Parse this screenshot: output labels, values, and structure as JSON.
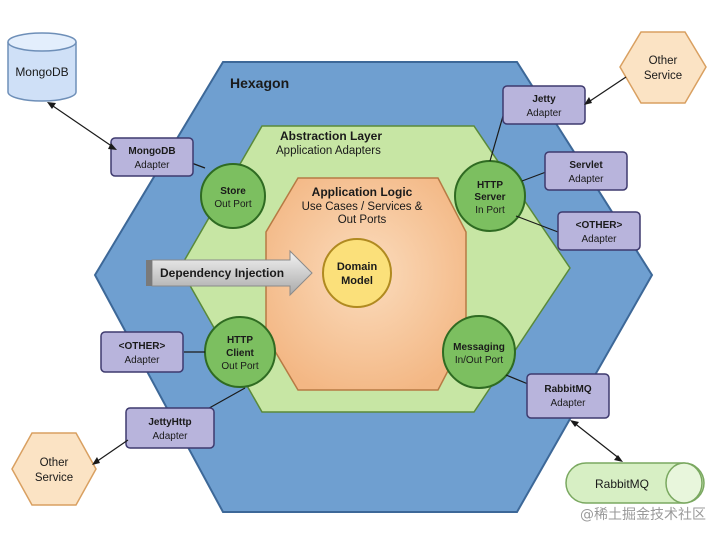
{
  "hexagon": {
    "title": "Hexagon"
  },
  "abstraction_layer": {
    "title": "Abstraction Layer",
    "subtitle": "Application Adapters"
  },
  "application_logic": {
    "title": "Application Logic",
    "subtitle_line1": "Use Cases / Services &",
    "subtitle_line2": "Out Ports"
  },
  "domain_model": {
    "line1": "Domain",
    "line2": "Model"
  },
  "dependency_injection": {
    "label": "Dependency Injection"
  },
  "ports": {
    "store": {
      "line1": "Store",
      "line2": "Out Port"
    },
    "http_server": {
      "line1": "HTTP",
      "line2": "Server",
      "line3": "In Port"
    },
    "http_client": {
      "line1": "HTTP",
      "line2": "Client",
      "line3": "Out Port"
    },
    "messaging": {
      "line1": "Messaging",
      "line2": "In/Out Port"
    }
  },
  "adapters": {
    "mongodb": {
      "line1": "MongoDB",
      "line2": "Adapter"
    },
    "jetty": {
      "line1": "Jetty",
      "line2": "Adapter"
    },
    "servlet": {
      "line1": "Servlet",
      "line2": "Adapter"
    },
    "other_right": {
      "line1": "<OTHER>",
      "line2": "Adapter"
    },
    "other_left": {
      "line1": "<OTHER>",
      "line2": "Adapter"
    },
    "jettyhttp": {
      "line1": "JettyHttp",
      "line2": "Adapter"
    },
    "rabbitmq": {
      "line1": "RabbitMQ",
      "line2": "Adapter"
    }
  },
  "externals": {
    "mongodb_db": {
      "label": "MongoDB"
    },
    "other_service_top": {
      "line1": "Other",
      "line2": "Service"
    },
    "other_service_bottom": {
      "line1": "Other",
      "line2": "Service"
    },
    "rabbitmq_queue": {
      "label": "RabbitMQ"
    }
  },
  "watermark": "@稀土掘金技术社区",
  "colors": {
    "hexagon_fill": "#6f9fd0",
    "abstraction_fill": "#c7e6a4",
    "logic_fill": "#f6c193",
    "domain_fill": "#fbe07a",
    "port_fill": "#7cbf60",
    "adapter_fill": "#b8b4dc",
    "service_fill": "#fbe3c4",
    "db_fill": "#cfe0f7",
    "queue_fill": "#d7efc4"
  }
}
